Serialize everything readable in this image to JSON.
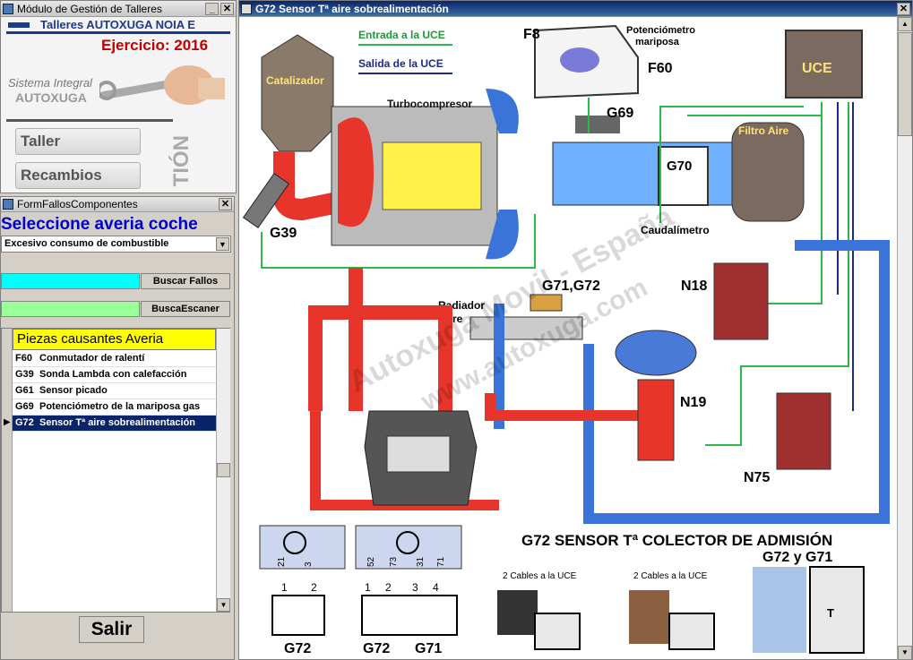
{
  "main_window": {
    "title": "Módulo de Gestión de Talleres"
  },
  "brand": {
    "header": "Talleres AUTOXUGA NOIA E",
    "exercise": "Ejercicio: 2016",
    "sistema": "Sistema Integral",
    "autoxuga": "AUTOXUGA",
    "side_text": "TIÓN",
    "nav": [
      {
        "label": "Taller"
      },
      {
        "label": "Recambios"
      }
    ]
  },
  "fallos_window": {
    "title": "FormFallosComponentes",
    "heading": "Seleccione averia coche",
    "fault_select": "Excesivo consumo de combustible",
    "buscar_fallos": "Buscar Fallos",
    "busca_escaner": "BuscaEscaner",
    "list_header": "Piezas causantes Averia",
    "parts": [
      {
        "code": "F60",
        "name": "Conmutador de ralentí"
      },
      {
        "code": "G39",
        "name": "Sonda Lambda con calefacción"
      },
      {
        "code": "G61",
        "name": "Sensor picado"
      },
      {
        "code": "G69",
        "name": "Potenciómetro de la mariposa gas"
      },
      {
        "code": "G72",
        "name": "Sensor Tª aire sobrealimentación"
      }
    ],
    "salir": "Salir"
  },
  "diagram_window": {
    "title": "G72  Sensor Tª aire sobrealimentación",
    "labels": {
      "entrada": "Entrada a la UCE",
      "salida": "Salida de la UCE",
      "catalizador": "Catalizador",
      "turbo": "Turbocompresor",
      "f8": "F8",
      "poten": "Potenciómetro",
      "mariposa": "mariposa",
      "f60": "F60",
      "g69": "G69",
      "uce": "UCE",
      "filtro": "Filtro Aire",
      "g70": "G70",
      "caudal": "Caudalímetro",
      "g39": "G39",
      "g71g72": "G71,G72",
      "radiador": "Radiador",
      "aire": "Aire",
      "n18": "N18",
      "n19": "N19",
      "n75": "N75",
      "heading": "G72  SENSOR Tª COLECTOR DE ADMISIÓN",
      "g72yg71": "G72 y G71",
      "cables1": "2 Cables a la UCE",
      "cables2": "2 Cables a la UCE",
      "pin21": "21",
      "pin3": "3",
      "p1": "1",
      "p2": "2",
      "pin52": "52",
      "pin73": "73",
      "pin31": "31",
      "pin71": "71",
      "q1": "1",
      "q2": "2",
      "q3": "3",
      "q4": "4",
      "g72a": "G72",
      "g72b": "G72",
      "g71": "G71",
      "t": "T",
      "wm1": "Autoxuga Movil - España",
      "wm2": "www.autoxuga.com"
    }
  },
  "colors": {
    "title_active": "#0a246a",
    "hot": "#e8352b",
    "cold": "#3b74d9",
    "signal": "#2fb84a",
    "select_cyan": "#00ffff",
    "select_green": "#99ff99"
  }
}
